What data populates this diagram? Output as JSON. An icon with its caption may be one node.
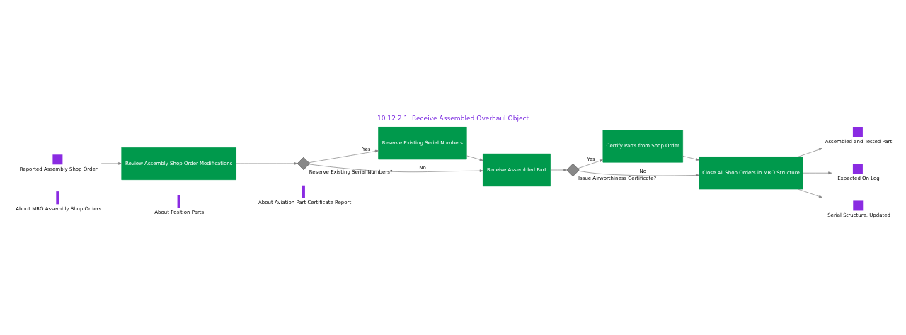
{
  "diagram": {
    "title": "10.12.2.1. Receive Assembled Overhaul Object",
    "nodes": [
      {
        "text": [
          "About MRO Assembly Shop Orders"
        ]
      },
      {
        "text": [
          "About Position Parts"
        ]
      },
      {
        "text": [
          "About Aviation Part Certificate Report"
        ]
      },
      {
        "text": [
          "Reported Assembly Shop Order"
        ]
      },
      {
        "text": [
          "Review Assembly Shop Order Modifications"
        ]
      },
      {
        "text": [
          "Reserve Existing Serial Numbers?"
        ]
      },
      {
        "text": [
          "Reserve Existing Serial Numbers"
        ]
      },
      {
        "text": [
          "Receive Assembled Part"
        ]
      },
      {
        "text": [
          "Issue Airworthiness Certificate?"
        ]
      },
      {
        "text": [
          "Certify Parts from Shop Order"
        ]
      },
      {
        "text": [
          "Close All Shop Orders in MRO Structure"
        ]
      },
      {
        "text": [
          "Assembled and Tested Part"
        ]
      },
      {
        "text": [
          "Expected On Log"
        ]
      },
      {
        "text": [
          "Serial Structure, Updated"
        ]
      }
    ],
    "edges": [
      {
        "from": 3,
        "to": 4,
        "arrow": "to"
      },
      {
        "from": 4,
        "to": 5,
        "arrow": "to"
      },
      {
        "from": 5,
        "to": 7,
        "arrow": "to",
        "label": "No"
      },
      {
        "from": 5,
        "to": 6,
        "arrow": "to",
        "label": "Yes"
      },
      {
        "from": 6,
        "to": 7,
        "arrow": "to"
      },
      {
        "from": 7,
        "to": 8,
        "arrow": "to"
      },
      {
        "from": 8,
        "to": 10,
        "arrow": "to",
        "label": "No"
      },
      {
        "from": 8,
        "to": 9,
        "arrow": "to",
        "label": "Yes"
      },
      {
        "from": 9,
        "to": 10,
        "arrow": "to"
      },
      {
        "from": 10,
        "to": 11,
        "arrow": "to"
      },
      {
        "from": 10,
        "to": 12,
        "arrow": "to"
      },
      {
        "from": 10,
        "to": 13,
        "arrow": "to"
      }
    ]
  }
}
